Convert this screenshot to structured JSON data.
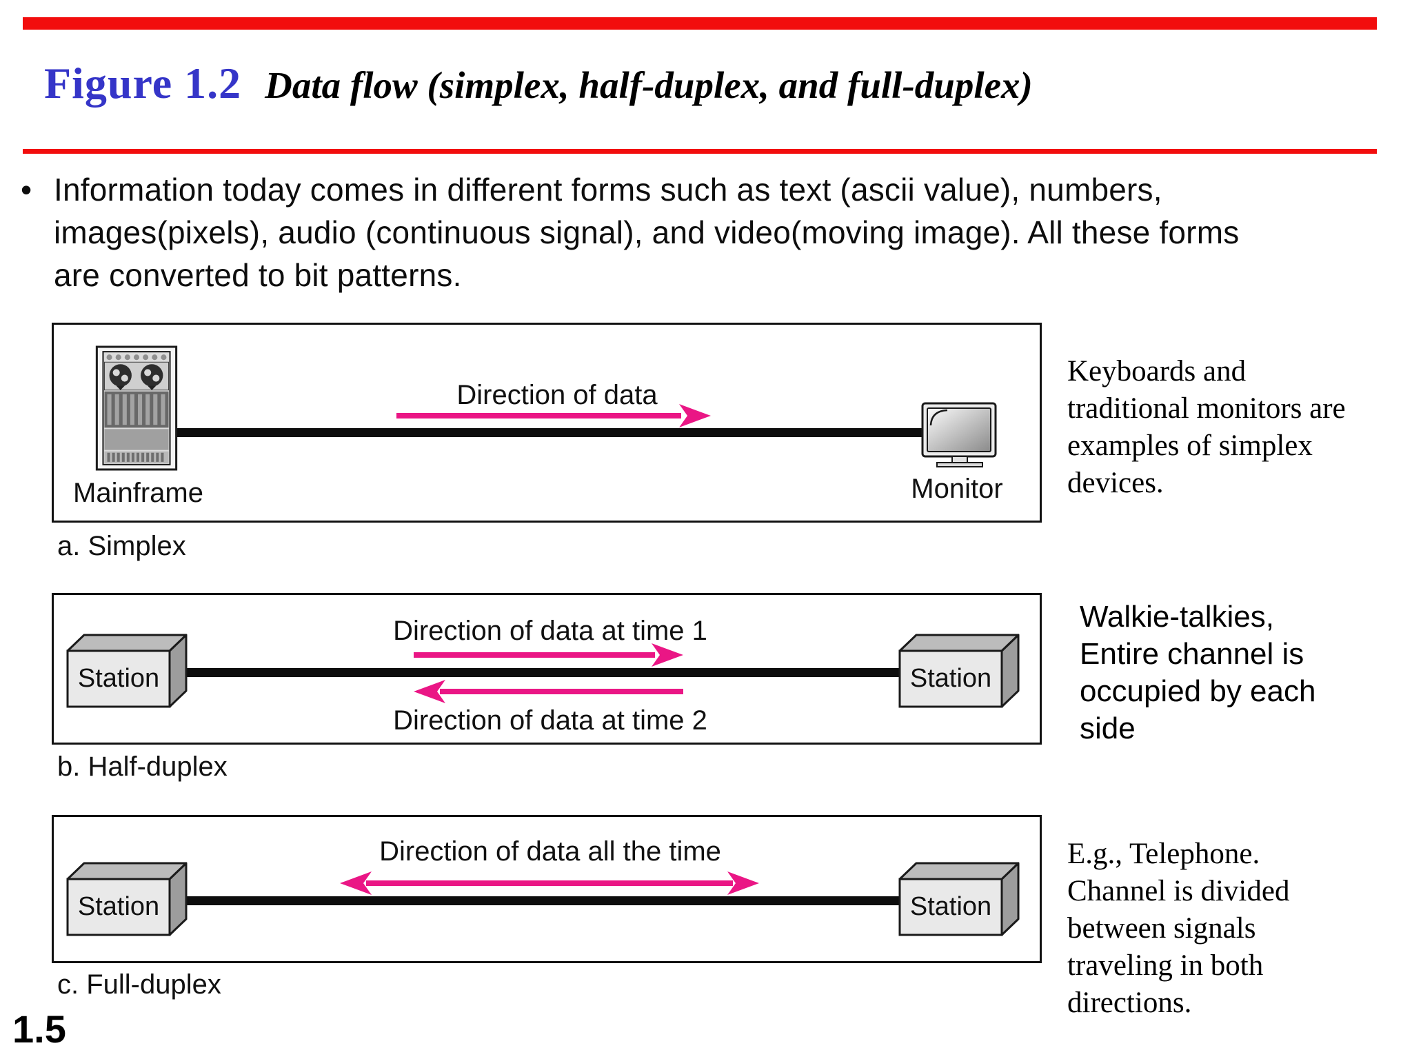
{
  "colors": {
    "accent_red": "#f20d0d",
    "title_blue": "#3535c8",
    "arrow_pink": "#ea1685",
    "link_black": "#0d0d0d"
  },
  "header": {
    "figure_label": "Figure 1.2",
    "figure_title": "Data flow (simplex, half-duplex, and full-duplex)"
  },
  "bullet": {
    "marker": "•",
    "text": "Information today comes in different forms such as text (ascii value), numbers,\nimages(pixels), audio (continuous signal), and video(moving image). All these forms\nare converted to bit patterns."
  },
  "simplex": {
    "caption": "a. Simplex",
    "left_device": "Mainframe",
    "right_device": "Monitor",
    "arrow_label": "Direction of data",
    "note": "Keyboards and\ntraditional monitors are\nexamples of simplex\ndevices."
  },
  "half_duplex": {
    "caption": "b. Half-duplex",
    "left_device": "Station",
    "right_device": "Station",
    "arrow1_label": "Direction of data at time 1",
    "arrow2_label": "Direction of data at time 2",
    "note": "Walkie-talkies,\nEntire channel is\noccupied by each\nside"
  },
  "full_duplex": {
    "caption": "c. Full-duplex",
    "left_device": "Station",
    "right_device": "Station",
    "arrow_label": "Direction of data all the time",
    "note": "E.g., Telephone.\nChannel is divided\nbetween signals\ntraveling in both\ndirections."
  },
  "footer": {
    "page_number": "1.5"
  }
}
